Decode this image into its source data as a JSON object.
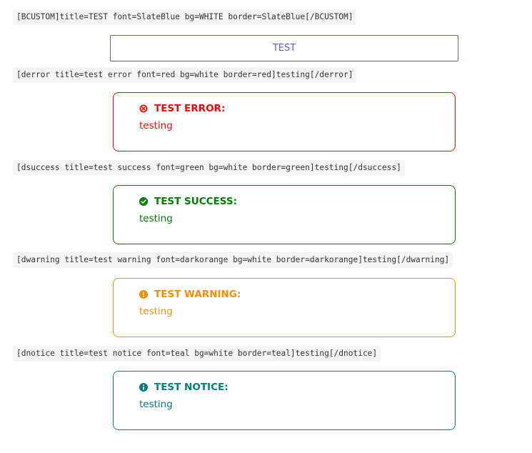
{
  "colors": {
    "custom": "#6a5acd",
    "error": "#ff0000",
    "success": "#008000",
    "warning": "#ff8c00",
    "notice": "#008080"
  },
  "custom": {
    "code": "[BCUSTOM]title=TEST font=SlateBlue bg=WHITE border=SlateBlue[/BCUSTOM]",
    "title": "TEST"
  },
  "error": {
    "code": "[derror title=test error font=red bg=white border=red]testing[/derror]",
    "title": "TEST ERROR:",
    "body": "testing",
    "icon": "times-circle-icon"
  },
  "success": {
    "code": "[dsuccess title=test success font=green bg=white border=green]testing[/dsuccess]",
    "title": "TEST SUCCESS:",
    "body": "testing",
    "icon": "check-circle-icon"
  },
  "warning": {
    "code": "[dwarning title=test warning font=darkorange bg=white border=darkorange]testing[/dwarning]",
    "title": "TEST WARNING:",
    "body": "testing",
    "icon": "exclamation-circle-icon"
  },
  "notice": {
    "code": "[dnotice title=test notice font=teal bg=white border=teal]testing[/dnotice]",
    "title": "TEST NOTICE:",
    "body": "testing",
    "icon": "info-circle-icon"
  }
}
